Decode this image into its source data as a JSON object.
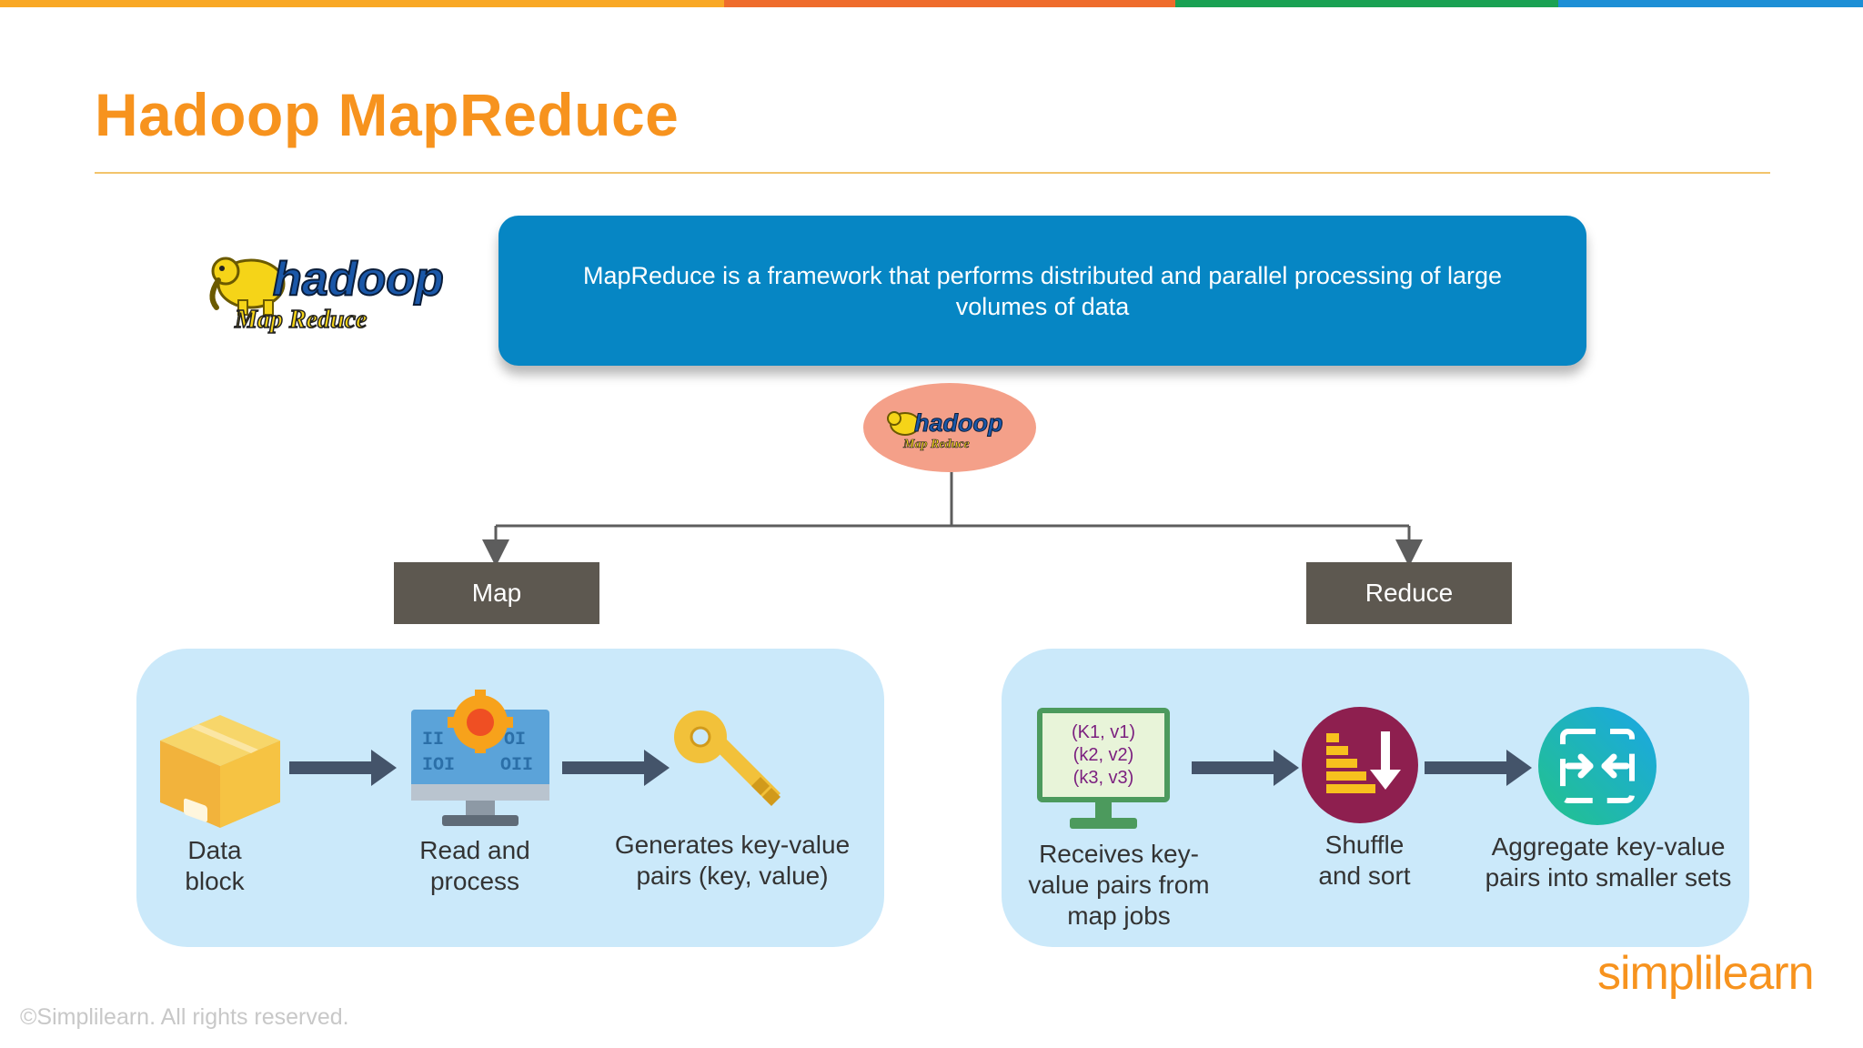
{
  "header": {
    "title": "Hadoop MapReduce",
    "colors": {
      "title": "#f7931e",
      "bar_segments": [
        "#f9a825",
        "#ef6c2c",
        "#1aa153",
        "#1d8fd6"
      ]
    }
  },
  "logo": {
    "word": "hadoop",
    "sub": "Map Reduce"
  },
  "definition": {
    "text": "MapReduce is a framework that performs distributed and parallel processing of large volumes of data",
    "color": "#0686c4"
  },
  "hub": {
    "word": "hadoop",
    "sub": "Map Reduce",
    "color": "#f4a089"
  },
  "map": {
    "label": "Map",
    "steps": [
      {
        "label": "Data block",
        "icon": "package-box-icon"
      },
      {
        "label": "Read and process",
        "icon": "monitor-gear-icon"
      },
      {
        "label": "Generates key-value pairs (key, value)",
        "icon": "key-icon"
      }
    ]
  },
  "reduce": {
    "label": "Reduce",
    "pairs": [
      "(K1, v1)",
      "(k2, v2)",
      "(k3, v3)"
    ],
    "steps": [
      {
        "label": "Receives key-value pairs from map jobs",
        "icon": "monitor-list-icon"
      },
      {
        "label": "Shuffle and sort",
        "icon": "sort-descending-icon"
      },
      {
        "label": "Aggregate key-value pairs into smaller sets",
        "icon": "merge-arrows-icon"
      }
    ]
  },
  "footer": {
    "copyright": "©Simplilearn. All rights reserved.",
    "brand": "simplilearn"
  }
}
